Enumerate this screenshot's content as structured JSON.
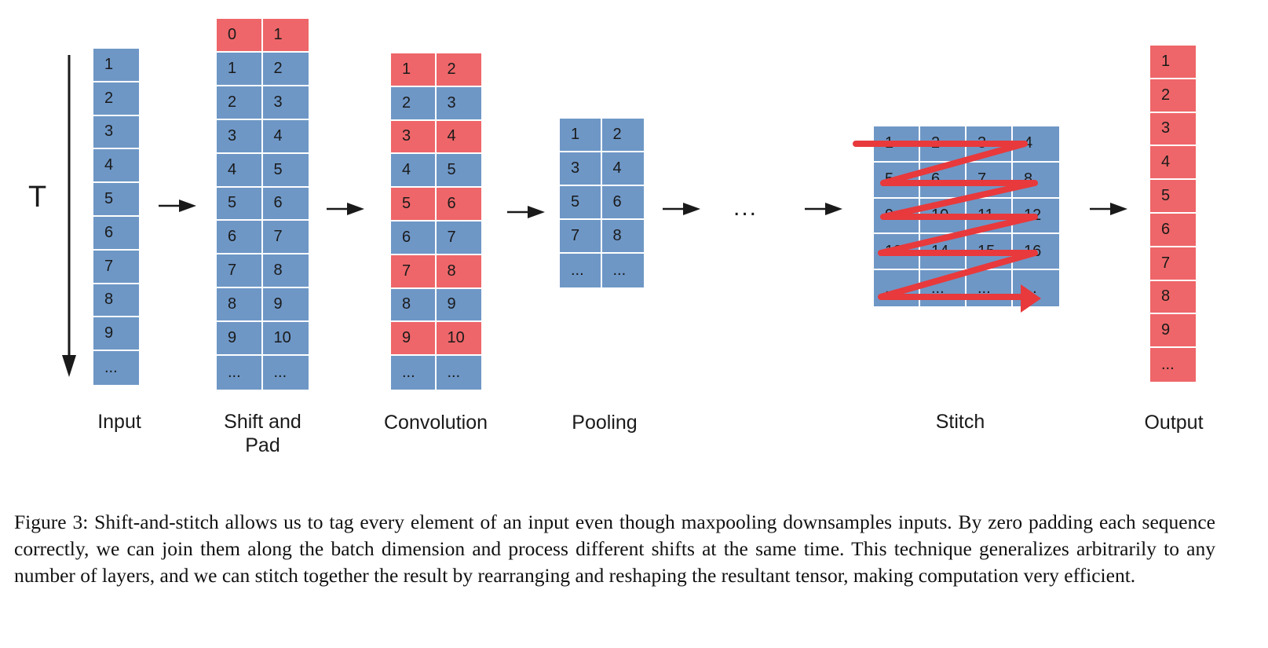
{
  "time_axis_label": "T",
  "ellipsis": "...",
  "stages": {
    "input": {
      "label": "Input",
      "cells": [
        [
          "1"
        ],
        [
          "2"
        ],
        [
          "3"
        ],
        [
          "4"
        ],
        [
          "5"
        ],
        [
          "6"
        ],
        [
          "7"
        ],
        [
          "8"
        ],
        [
          "9"
        ],
        [
          "..."
        ]
      ],
      "colors": [
        [
          "b"
        ],
        [
          "b"
        ],
        [
          "b"
        ],
        [
          "b"
        ],
        [
          "b"
        ],
        [
          "b"
        ],
        [
          "b"
        ],
        [
          "b"
        ],
        [
          "b"
        ],
        [
          "b"
        ]
      ]
    },
    "shift_pad": {
      "label_line1": "Shift and",
      "label_line2": "Pad",
      "cells": [
        [
          "0",
          "1"
        ],
        [
          "1",
          "2"
        ],
        [
          "2",
          "3"
        ],
        [
          "3",
          "4"
        ],
        [
          "4",
          "5"
        ],
        [
          "5",
          "6"
        ],
        [
          "6",
          "7"
        ],
        [
          "7",
          "8"
        ],
        [
          "8",
          "9"
        ],
        [
          "9",
          "10"
        ],
        [
          "...",
          "..."
        ]
      ],
      "colors": [
        [
          "r",
          "r"
        ],
        [
          "b",
          "b"
        ],
        [
          "b",
          "b"
        ],
        [
          "b",
          "b"
        ],
        [
          "b",
          "b"
        ],
        [
          "b",
          "b"
        ],
        [
          "b",
          "b"
        ],
        [
          "b",
          "b"
        ],
        [
          "b",
          "b"
        ],
        [
          "b",
          "b"
        ],
        [
          "b",
          "b"
        ]
      ]
    },
    "convolution": {
      "label": "Convolution",
      "cells": [
        [
          "1",
          "2"
        ],
        [
          "2",
          "3"
        ],
        [
          "3",
          "4"
        ],
        [
          "4",
          "5"
        ],
        [
          "5",
          "6"
        ],
        [
          "6",
          "7"
        ],
        [
          "7",
          "8"
        ],
        [
          "8",
          "9"
        ],
        [
          "9",
          "10"
        ],
        [
          "...",
          "..."
        ]
      ],
      "colors": [
        [
          "r",
          "r"
        ],
        [
          "b",
          "b"
        ],
        [
          "r",
          "r"
        ],
        [
          "b",
          "b"
        ],
        [
          "r",
          "r"
        ],
        [
          "b",
          "b"
        ],
        [
          "r",
          "r"
        ],
        [
          "b",
          "b"
        ],
        [
          "r",
          "r"
        ],
        [
          "b",
          "b"
        ]
      ]
    },
    "pooling": {
      "label": "Pooling",
      "cells": [
        [
          "1",
          "2"
        ],
        [
          "3",
          "4"
        ],
        [
          "5",
          "6"
        ],
        [
          "7",
          "8"
        ],
        [
          "...",
          "..."
        ]
      ],
      "colors": [
        [
          "b",
          "b"
        ],
        [
          "b",
          "b"
        ],
        [
          "b",
          "b"
        ],
        [
          "b",
          "b"
        ],
        [
          "b",
          "b"
        ]
      ]
    },
    "stitch": {
      "label": "Stitch",
      "cells": [
        [
          "1",
          "2",
          "3",
          "4"
        ],
        [
          "5",
          "6",
          "7",
          "8"
        ],
        [
          "9",
          "10",
          "11",
          "12"
        ],
        [
          "13",
          "14",
          "15",
          "16"
        ],
        [
          "...",
          "...",
          "...",
          "..."
        ]
      ],
      "colors": [
        [
          "b",
          "b",
          "b",
          "b"
        ],
        [
          "b",
          "b",
          "b",
          "b"
        ],
        [
          "b",
          "b",
          "b",
          "b"
        ],
        [
          "b",
          "b",
          "b",
          "b"
        ],
        [
          "b",
          "b",
          "b",
          "b"
        ]
      ]
    },
    "output": {
      "label": "Output",
      "cells": [
        [
          "1"
        ],
        [
          "2"
        ],
        [
          "3"
        ],
        [
          "4"
        ],
        [
          "5"
        ],
        [
          "6"
        ],
        [
          "7"
        ],
        [
          "8"
        ],
        [
          "9"
        ],
        [
          "..."
        ]
      ],
      "colors": [
        [
          "r"
        ],
        [
          "r"
        ],
        [
          "r"
        ],
        [
          "r"
        ],
        [
          "r"
        ],
        [
          "r"
        ],
        [
          "r"
        ],
        [
          "r"
        ],
        [
          "r"
        ],
        [
          "r"
        ]
      ]
    }
  },
  "caption": "Figure 3: Shift-and-stitch allows us to tag every element of an input even though maxpooling downsamples inputs. By zero padding each sequence correctly, we can join them along the batch dimension and process different shifts at the same time. This technique generalizes arbitrarily to any number of layers, and we can stitch together the result by rearranging and reshaping the resultant tensor, making computation very efficient.",
  "colors": {
    "blue": "#6e97c6",
    "red": "#ee6669",
    "stitch_path": "#e8393c",
    "arrow": "#1a1a1a"
  }
}
